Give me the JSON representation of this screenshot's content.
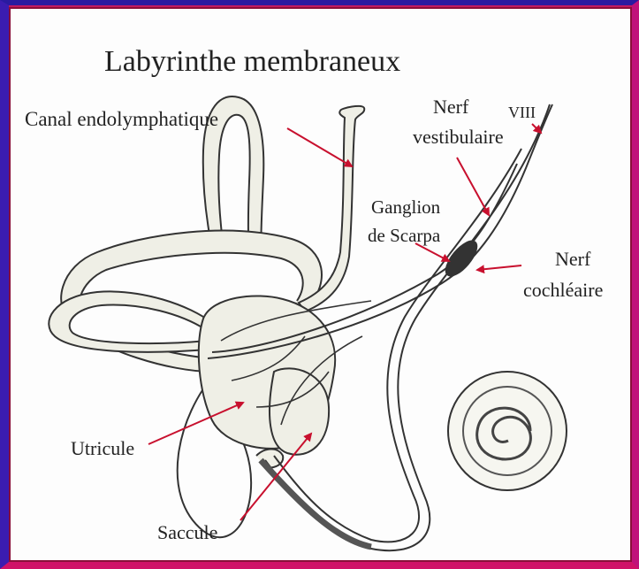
{
  "title": "Labyrinthe membraneux",
  "labels": {
    "canal_endolymphatique": "Canal endolymphatique",
    "nerf_vestibulaire_line1": "Nerf",
    "nerf_vestibulaire_line2": "vestibulaire",
    "viii": "VIII",
    "ganglion_line1": "Ganglion",
    "ganglion_line2": "de Scarpa",
    "nerf_cochleaire_line1": "Nerf",
    "nerf_cochleaire_line2": "cochléaire",
    "utricule": "Utricule",
    "saccule": "Saccule"
  },
  "colors": {
    "frame_blue": "#2a1aa0",
    "frame_magenta": "#c01a60",
    "arrow_red": "#c8102e",
    "membrane_fill": "#efefe6",
    "outline": "#333333"
  }
}
